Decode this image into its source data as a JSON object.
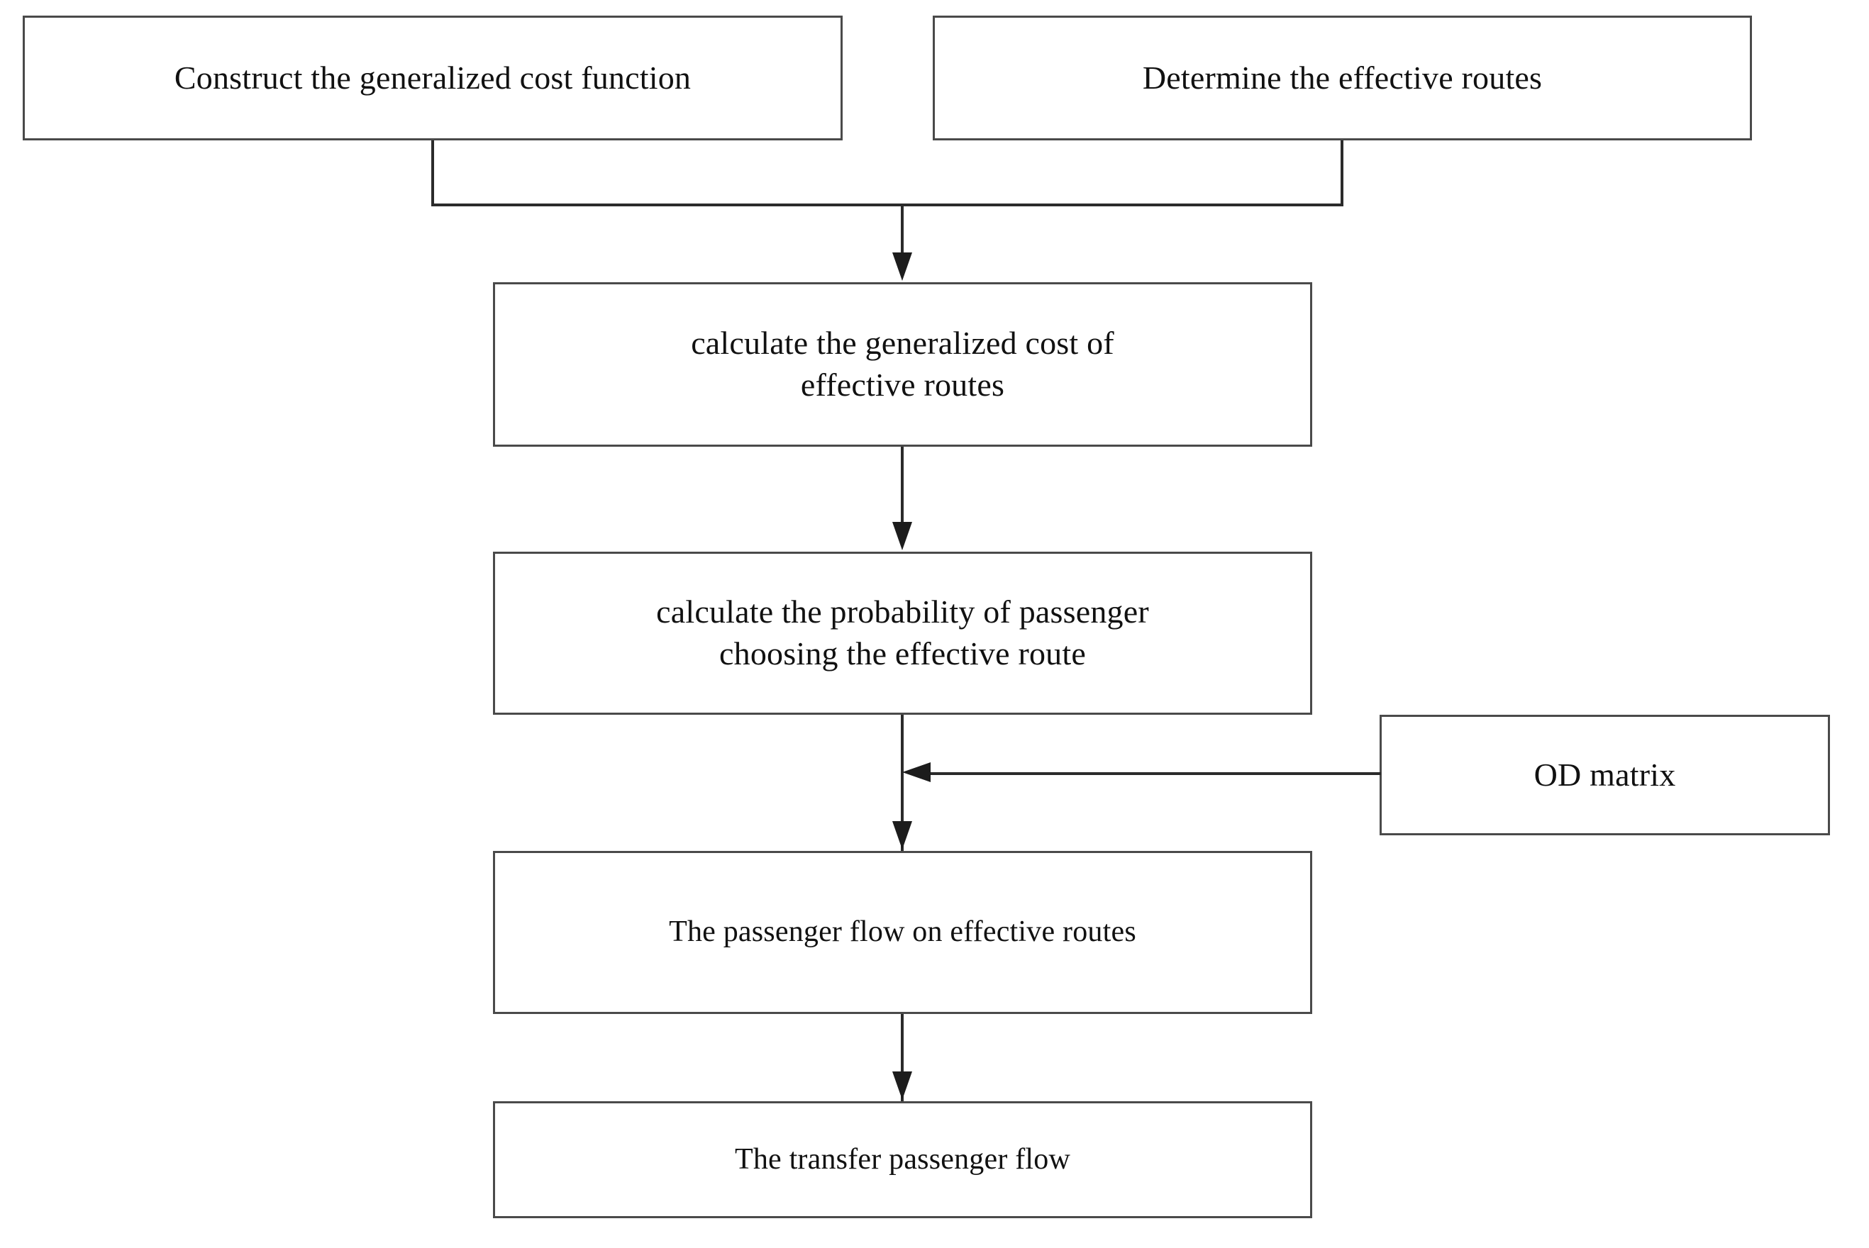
{
  "diagram": {
    "type": "flowchart",
    "orientation": "top-to-bottom",
    "background_color": "#ffffff",
    "box_border_color": "#4a4a4a",
    "connector_color": "#2b2b2b",
    "text_color": "#111111"
  },
  "nodes": {
    "construct_cost": {
      "label": "Construct the generalized cost function"
    },
    "determine_routes": {
      "label": "Determine the effective routes"
    },
    "calculate_cost": {
      "label": "calculate the generalized cost of\neffective routes"
    },
    "calculate_probability": {
      "label": "calculate the probability of passenger\nchoosing the effective route"
    },
    "od_matrix": {
      "label": "OD matrix"
    },
    "passenger_flow": {
      "label": "The passenger flow on effective routes"
    },
    "transfer_flow": {
      "label": "The transfer passenger flow"
    }
  },
  "edges": [
    {
      "from": "construct_cost",
      "to": "calculate_cost",
      "style": "elbow-merge",
      "arrow": "down"
    },
    {
      "from": "determine_routes",
      "to": "calculate_cost",
      "style": "elbow-merge",
      "arrow": "down"
    },
    {
      "from": "calculate_cost",
      "to": "calculate_probability",
      "style": "straight",
      "arrow": "down"
    },
    {
      "from": "calculate_probability",
      "to": "passenger_flow",
      "style": "straight",
      "arrow": "down"
    },
    {
      "from": "od_matrix",
      "to": "passenger_flow",
      "style": "horizontal-join",
      "arrow": "left"
    },
    {
      "from": "passenger_flow",
      "to": "transfer_flow",
      "style": "straight",
      "arrow": "down"
    }
  ]
}
